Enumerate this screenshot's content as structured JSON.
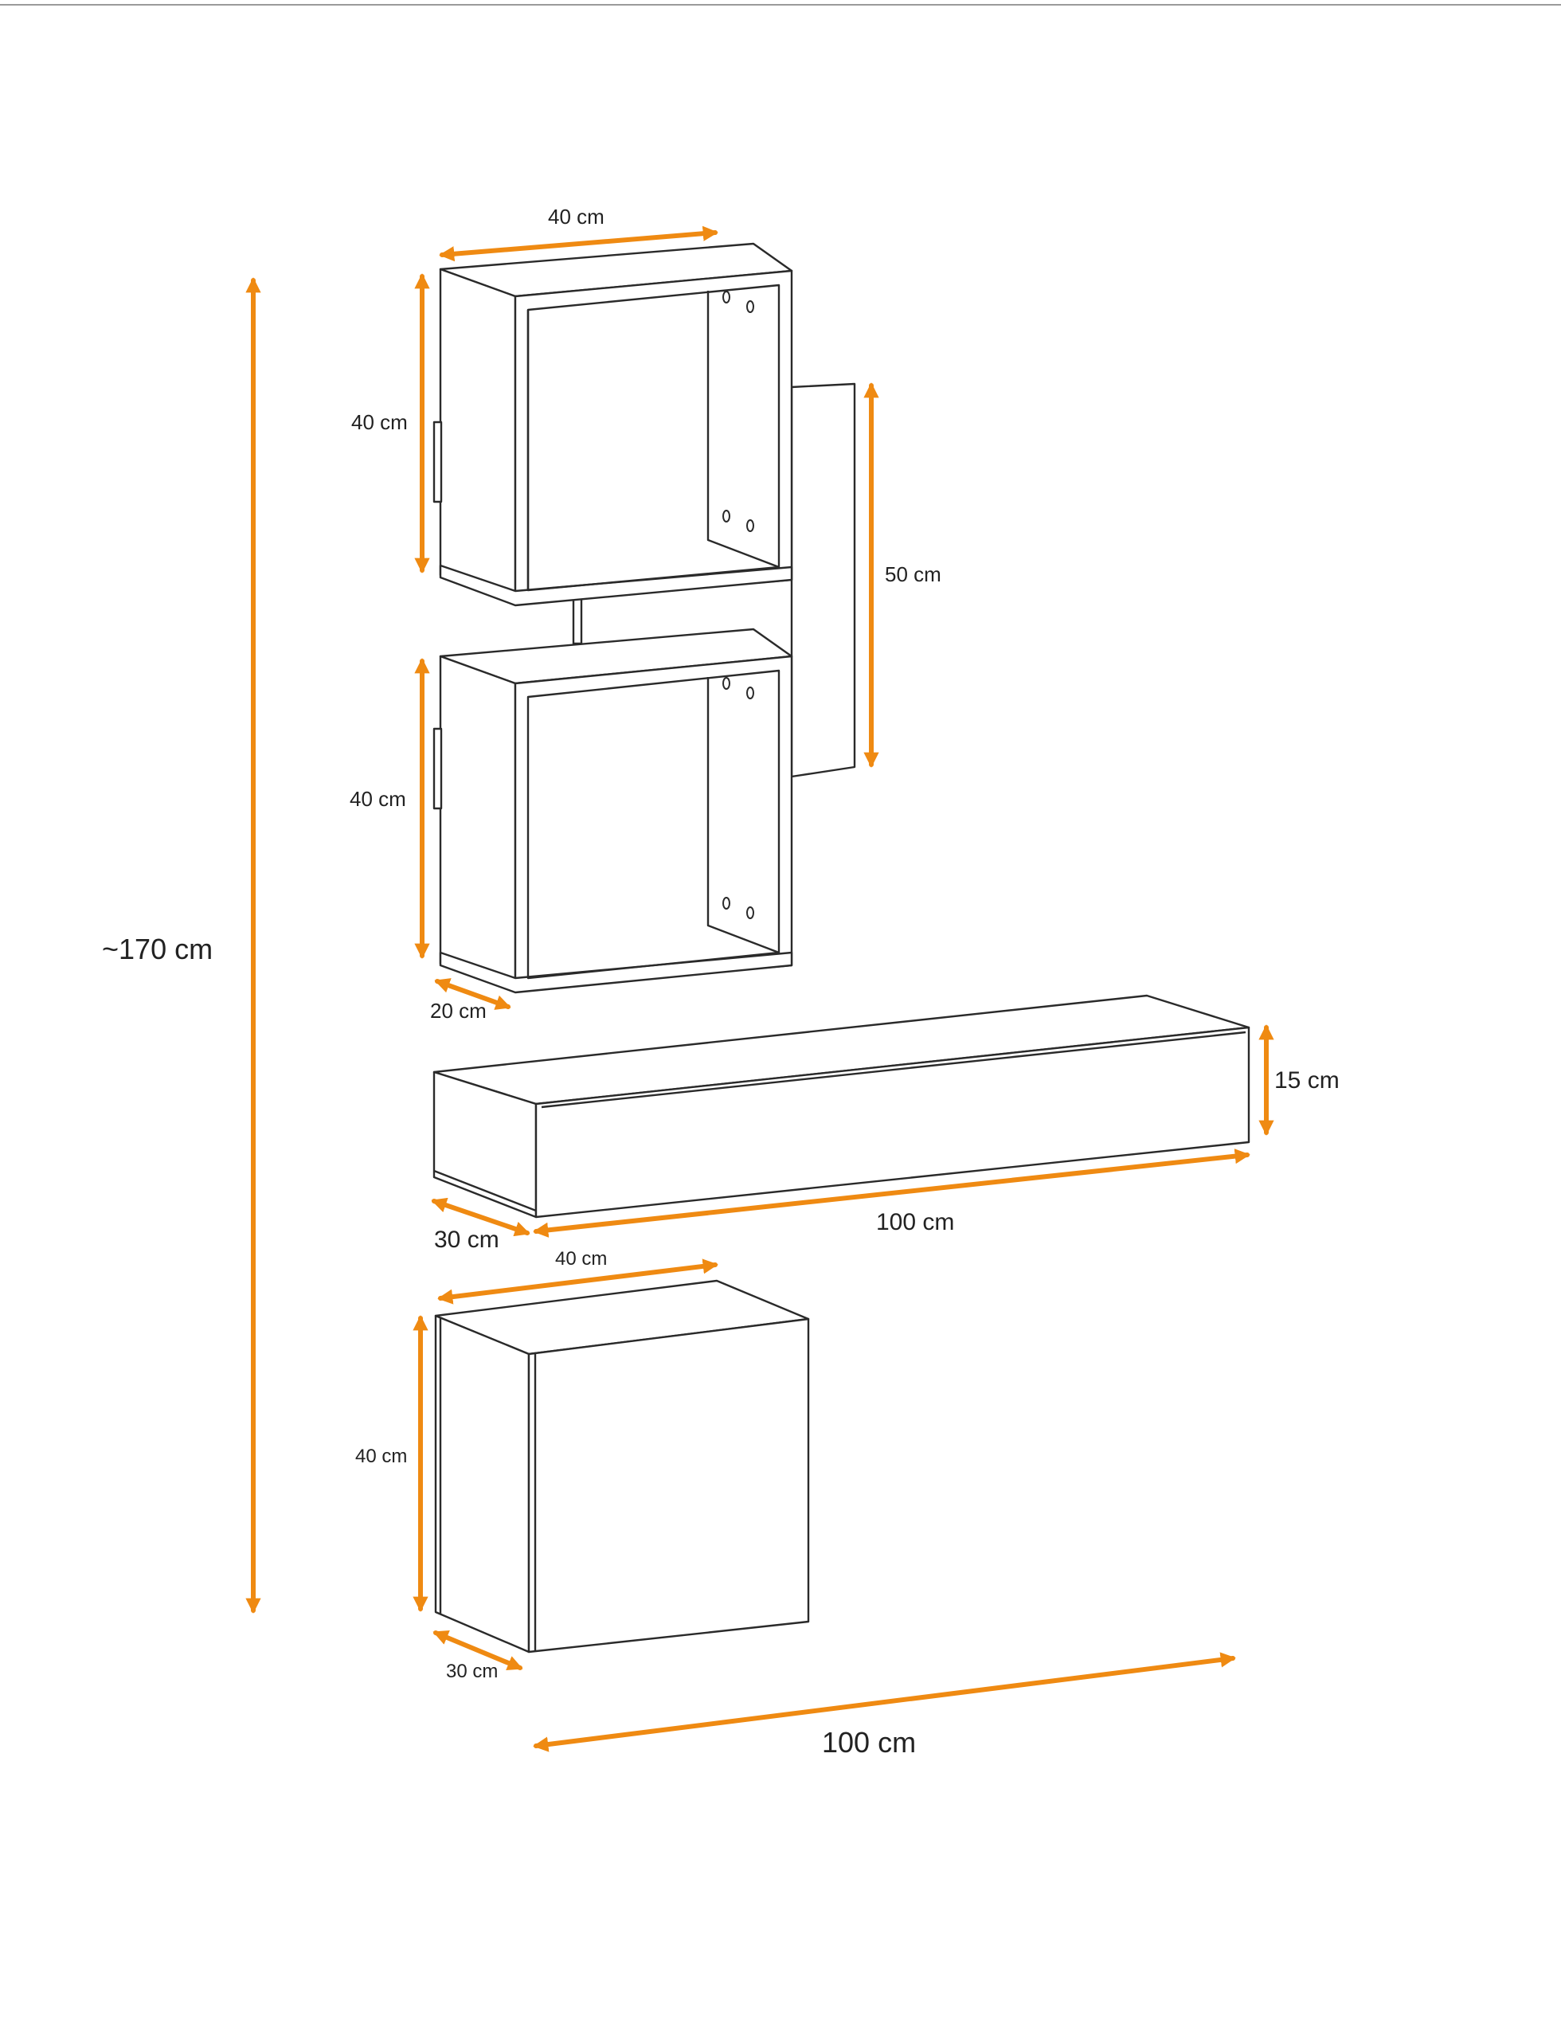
{
  "colors": {
    "dimension": "#ef8a12",
    "line": "#2a2a2a",
    "background": "#ffffff"
  },
  "labels": {
    "overall_height": "~170 cm",
    "shelf1_width": "40 cm",
    "shelf1_height": "40 cm",
    "panel_height": "50 cm",
    "shelf2_height": "40 cm",
    "shelf_depth": "20 cm",
    "drawer_height": "15 cm",
    "drawer_depth": "30 cm",
    "drawer_width": "100 cm",
    "cabinet_width": "40 cm",
    "cabinet_height": "40 cm",
    "cabinet_depth": "30 cm",
    "overall_width": "100 cm"
  }
}
